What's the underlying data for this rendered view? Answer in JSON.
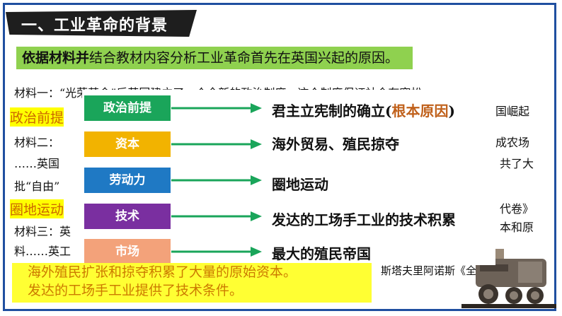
{
  "title": "一、工业革命的背景",
  "question": {
    "bold_part": "依据材料并",
    "rest": "结合教材内容分析工业革命首先在英国兴起的原因。"
  },
  "background": {
    "line1_left": "材料一：“光荣革命”后英国建立了一个全新的政治制度，这个制度保证社会有宽松、",
    "line2_left": "政治前提",
    "line2_right": "国崛起",
    "line3_left": "材料二：",
    "line3_right": "成农场",
    "line4_left": "……英国",
    "line4_right": "共了大",
    "line5_left": "批“自由”",
    "line6_left": "圈地运动",
    "line6_right": "代卷》",
    "line7_left": "材料三：英",
    "line7_right": "本和原",
    "line8_left": "料……英工",
    "line8_right": "斯塔夫里阿诺斯《全球通史"
  },
  "factors": [
    {
      "label": "政治前提",
      "color": "#1aa55a",
      "result": "君主立宪制的确立(",
      "note": "根本原因",
      "close": ")"
    },
    {
      "label": "资本",
      "color": "#f2b300",
      "result": "海外贸易、殖民掠夺",
      "note": "",
      "close": ""
    },
    {
      "label": "劳动力",
      "color": "#1f79c4",
      "result": "圈地运动",
      "note": "",
      "close": ""
    },
    {
      "label": "技术",
      "color": "#7a2fa0",
      "result": "发达的工场手工业的技术积累",
      "note": "",
      "close": ""
    },
    {
      "label": "市场",
      "color": "#f3a27a",
      "result": "最大的殖民帝国",
      "note": "",
      "close": ""
    }
  ],
  "conclusion": [
    "海外殖民扩张和掠夺积累了大量的原始资本。",
    "发达的工场手工业提供了技术条件。"
  ],
  "icons": {
    "train": "steam-locomotive-icon"
  }
}
